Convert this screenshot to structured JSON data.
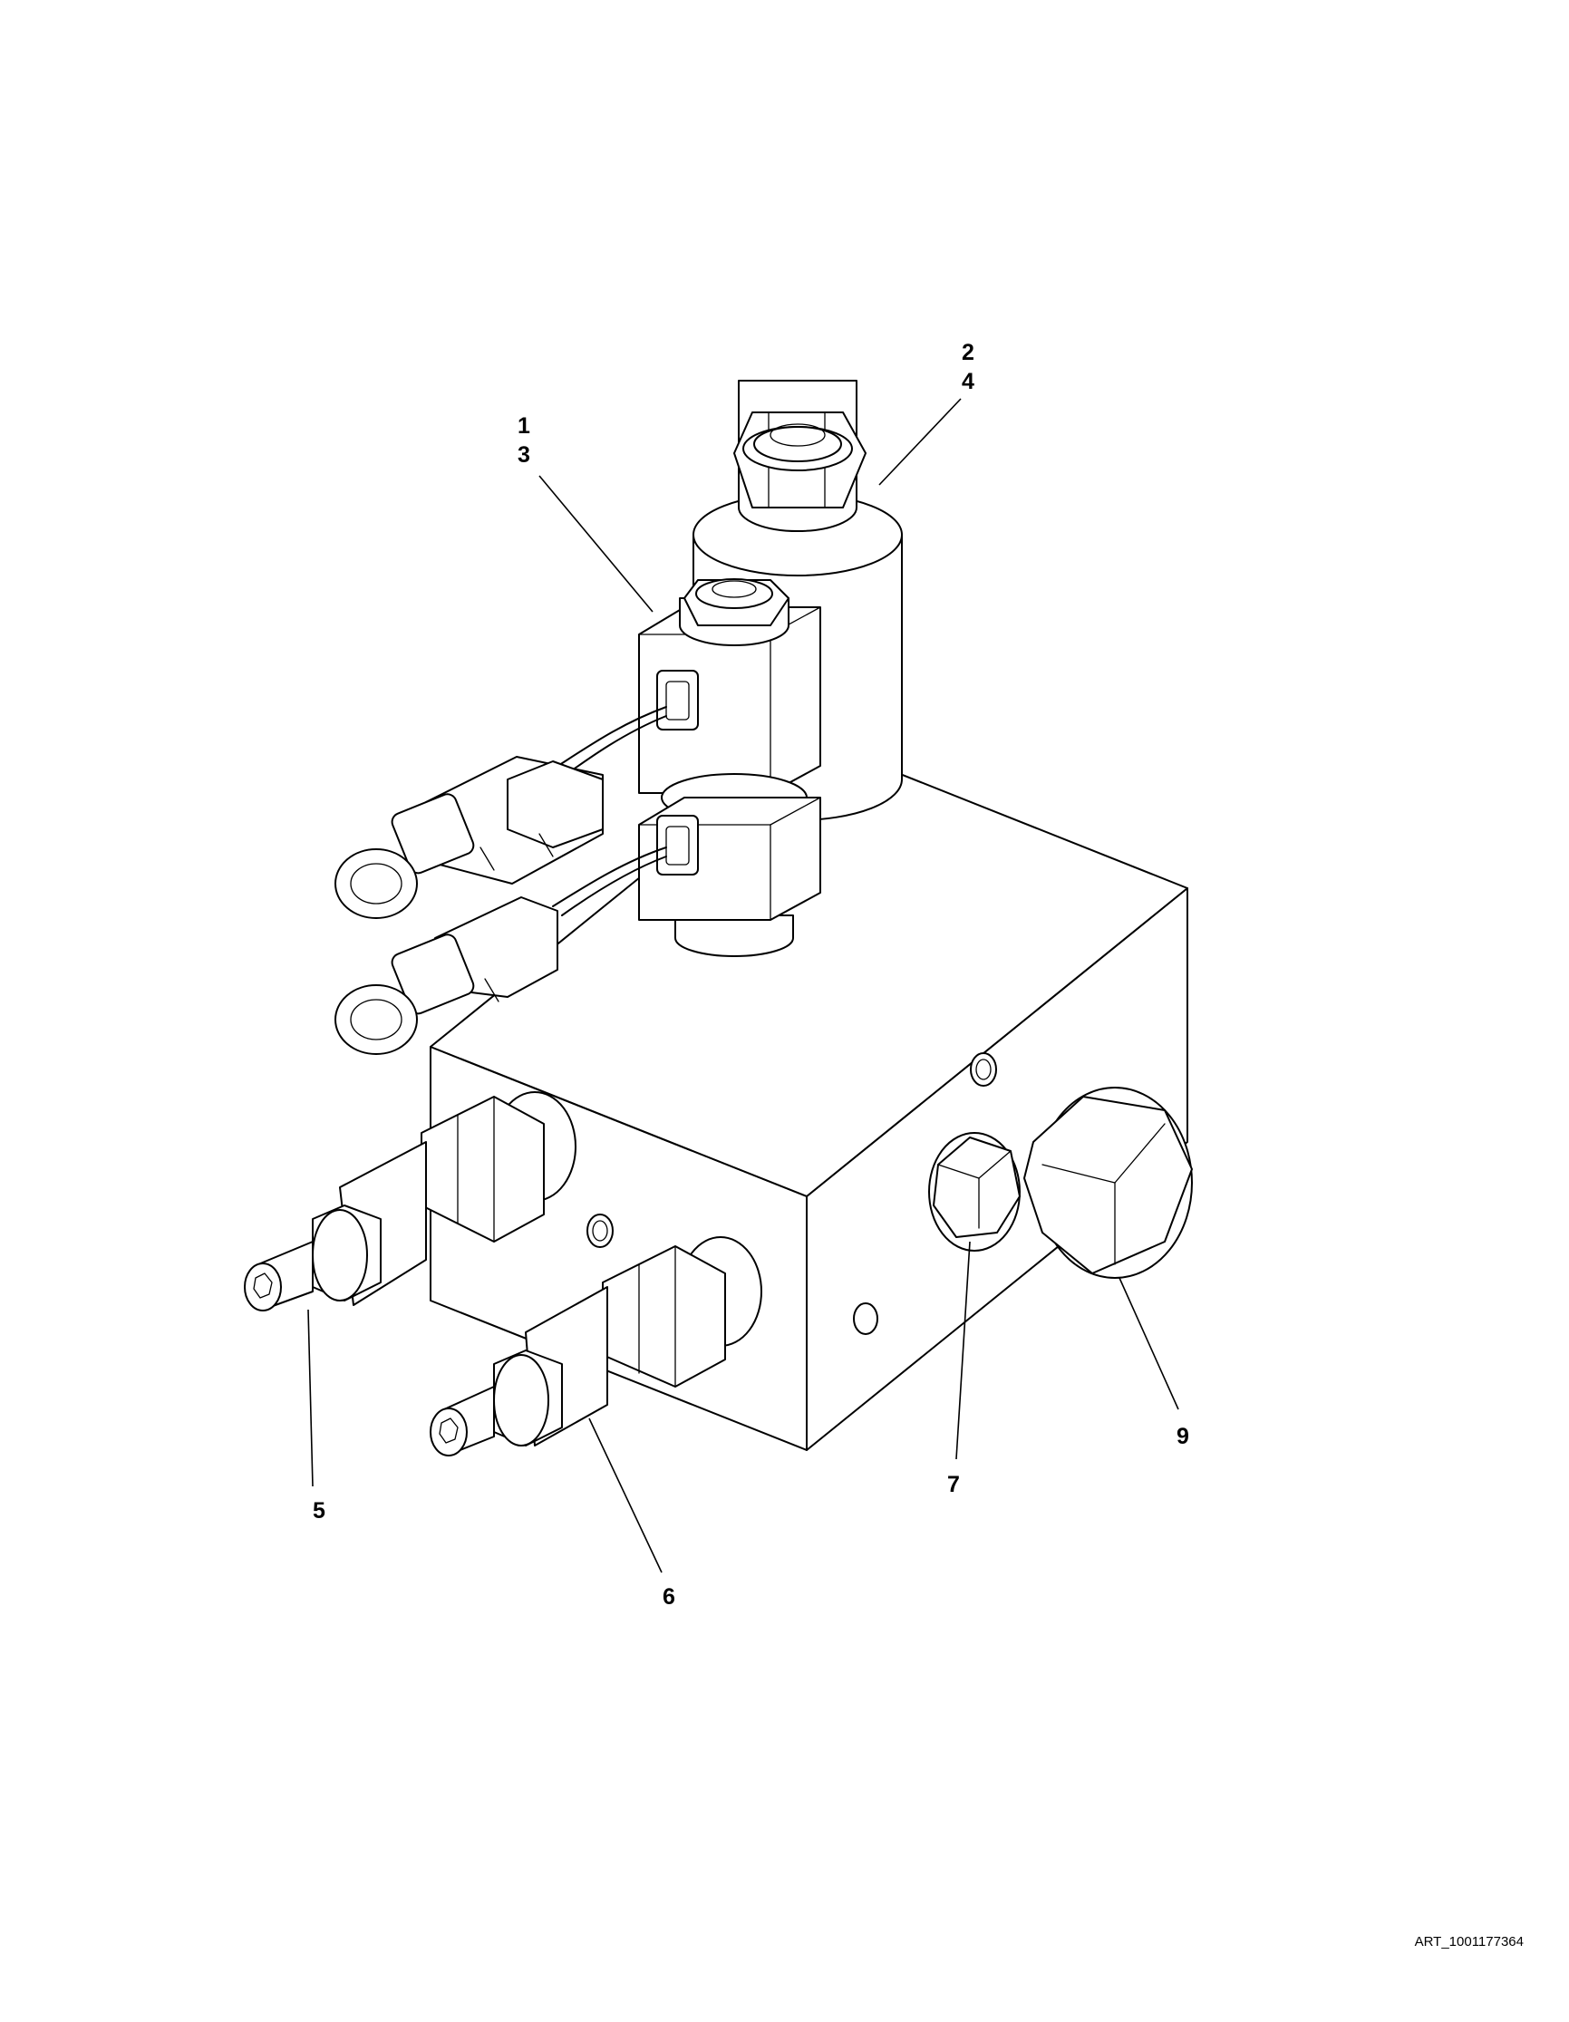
{
  "callouts": {
    "c1": "1",
    "c3": "3",
    "c2": "2",
    "c4": "4",
    "c5": "5",
    "c6": "6",
    "c7": "7",
    "c9": "9"
  },
  "art_id": "ART_1001177364",
  "colors": {
    "line": "#000000",
    "background": "#ffffff"
  }
}
